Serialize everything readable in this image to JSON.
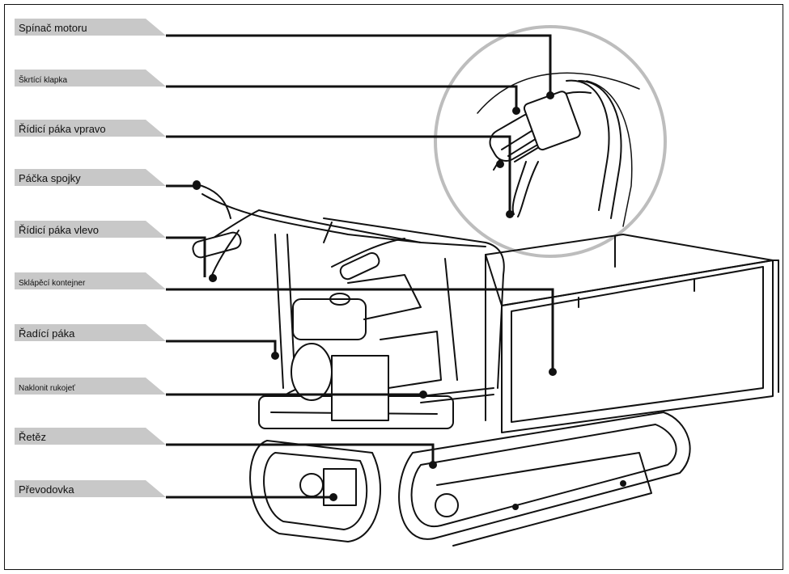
{
  "labels": [
    {
      "id": "engine-switch",
      "text": "Spínač motoru"
    },
    {
      "id": "throttle",
      "text": "Škrtící klapka"
    },
    {
      "id": "control-lever-right",
      "text": "Řídicí páka vpravo"
    },
    {
      "id": "clutch-lever",
      "text": "Páčka spojky"
    },
    {
      "id": "control-lever-left",
      "text": "Řídicí páka vlevo"
    },
    {
      "id": "tipping-container",
      "text": "Sklápěcí kontejner"
    },
    {
      "id": "gear-lever",
      "text": "Řadící páka"
    },
    {
      "id": "tilt-handle",
      "text": "Naklonit rukojeť"
    },
    {
      "id": "chain",
      "text": "Řetěz"
    },
    {
      "id": "gearbox",
      "text": "Převodovka"
    }
  ],
  "colors": {
    "tag_fill": "#c8c8c8",
    "line": "#111111",
    "callout_circle": "#bdbdbd"
  }
}
